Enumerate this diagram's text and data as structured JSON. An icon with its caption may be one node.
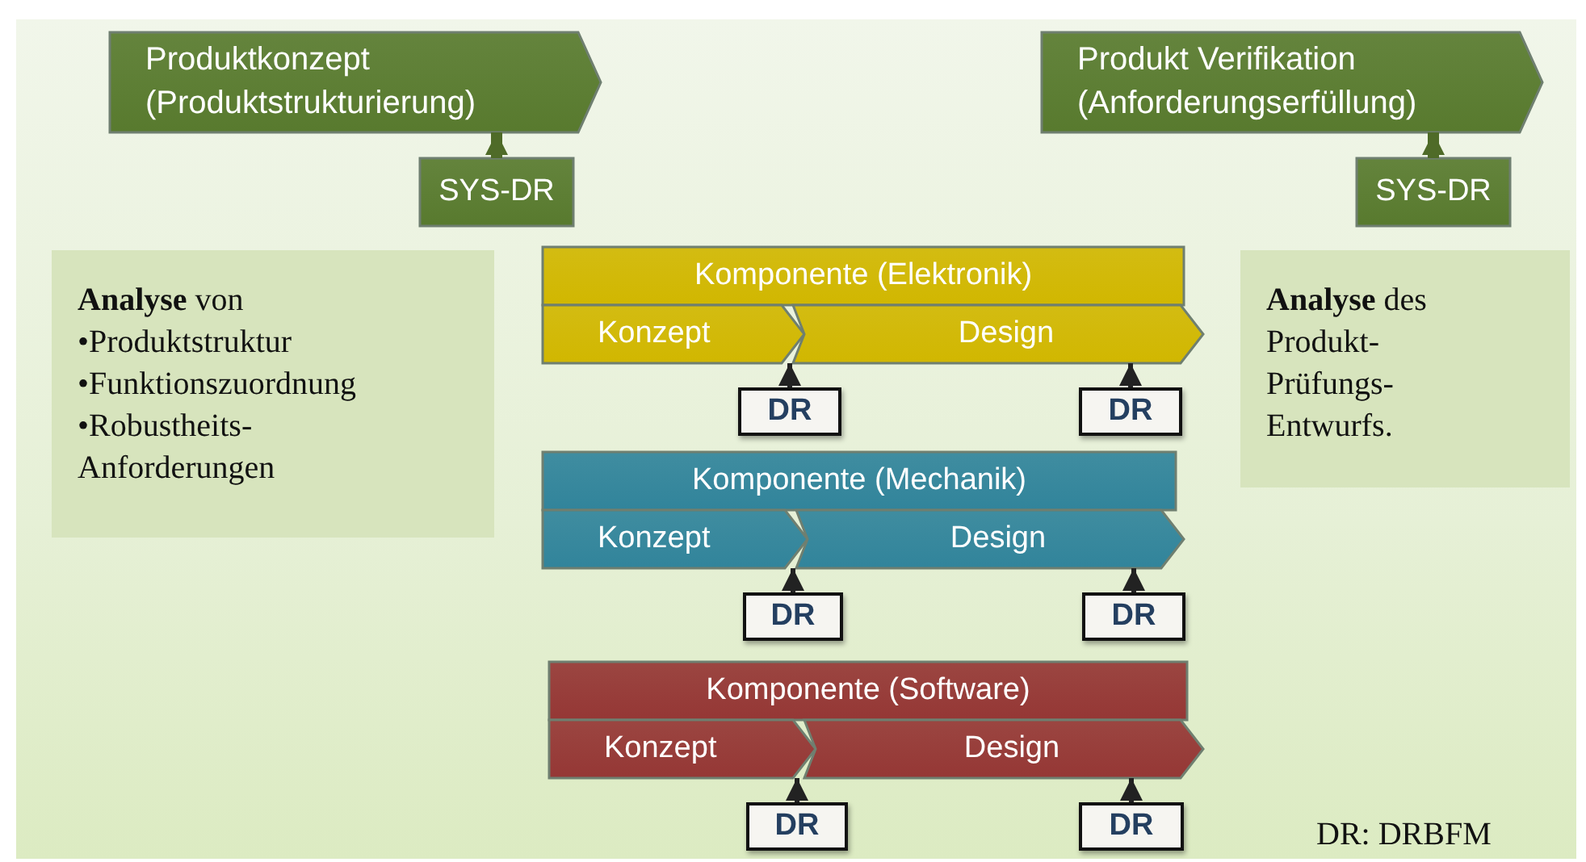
{
  "diagram": {
    "nodes": [
      {
        "text": [
          "Produktkonzept (Produktstrukturierung)"
        ]
      },
      {
        "text": [
          "SYS-DR"
        ]
      },
      {
        "text": [
          "Produkt Verifikation (Anforderungserfüllung)"
        ]
      },
      {
        "text": [
          "SYS-DR"
        ]
      },
      {
        "text": [
          "**Analyse** von",
          "•Produktstruktur",
          "•Funktionszuordnung",
          "•Robustheits- Anforderungen"
        ]
      },
      {
        "text": [
          "**Analyse** des Produkt- Prüfungs- Entwurfs."
        ]
      },
      {
        "text": [
          "Komponente (Elektronik)"
        ]
      },
      {
        "text": [
          "Konzept"
        ]
      },
      {
        "text": [
          "Design"
        ]
      },
      {
        "text": [
          "DR"
        ]
      },
      {
        "text": [
          "DR"
        ]
      },
      {
        "text": [
          "Komponente (Mechanik)"
        ]
      },
      {
        "text": [
          "Konzept"
        ]
      },
      {
        "text": [
          "Design"
        ]
      },
      {
        "text": [
          "DR"
        ]
      },
      {
        "text": [
          "DR"
        ]
      },
      {
        "text": [
          "Komponente (Software)"
        ]
      },
      {
        "text": [
          "Konzept"
        ]
      },
      {
        "text": [
          "Design"
        ]
      },
      {
        "text": [
          "DR"
        ]
      },
      {
        "text": [
          "DR"
        ]
      }
    ],
    "edges": [
      {
        "from": 1,
        "to": 0,
        "arrow": "to",
        "style": "thick",
        "color": "#4f6b28"
      },
      {
        "from": 3,
        "to": 2,
        "arrow": "to",
        "style": "thick",
        "color": "#4f6b28"
      },
      {
        "from": 9,
        "to": 7,
        "arrow": "to"
      },
      {
        "from": 10,
        "to": 8,
        "arrow": "to"
      },
      {
        "from": 14,
        "to": 12,
        "arrow": "to"
      },
      {
        "from": 15,
        "to": 13,
        "arrow": "to"
      },
      {
        "from": 19,
        "to": 17,
        "arrow": "to"
      },
      {
        "from": 20,
        "to": 18,
        "arrow": "to"
      }
    ],
    "labels": [
      "DR: DRBFM"
    ]
  }
}
